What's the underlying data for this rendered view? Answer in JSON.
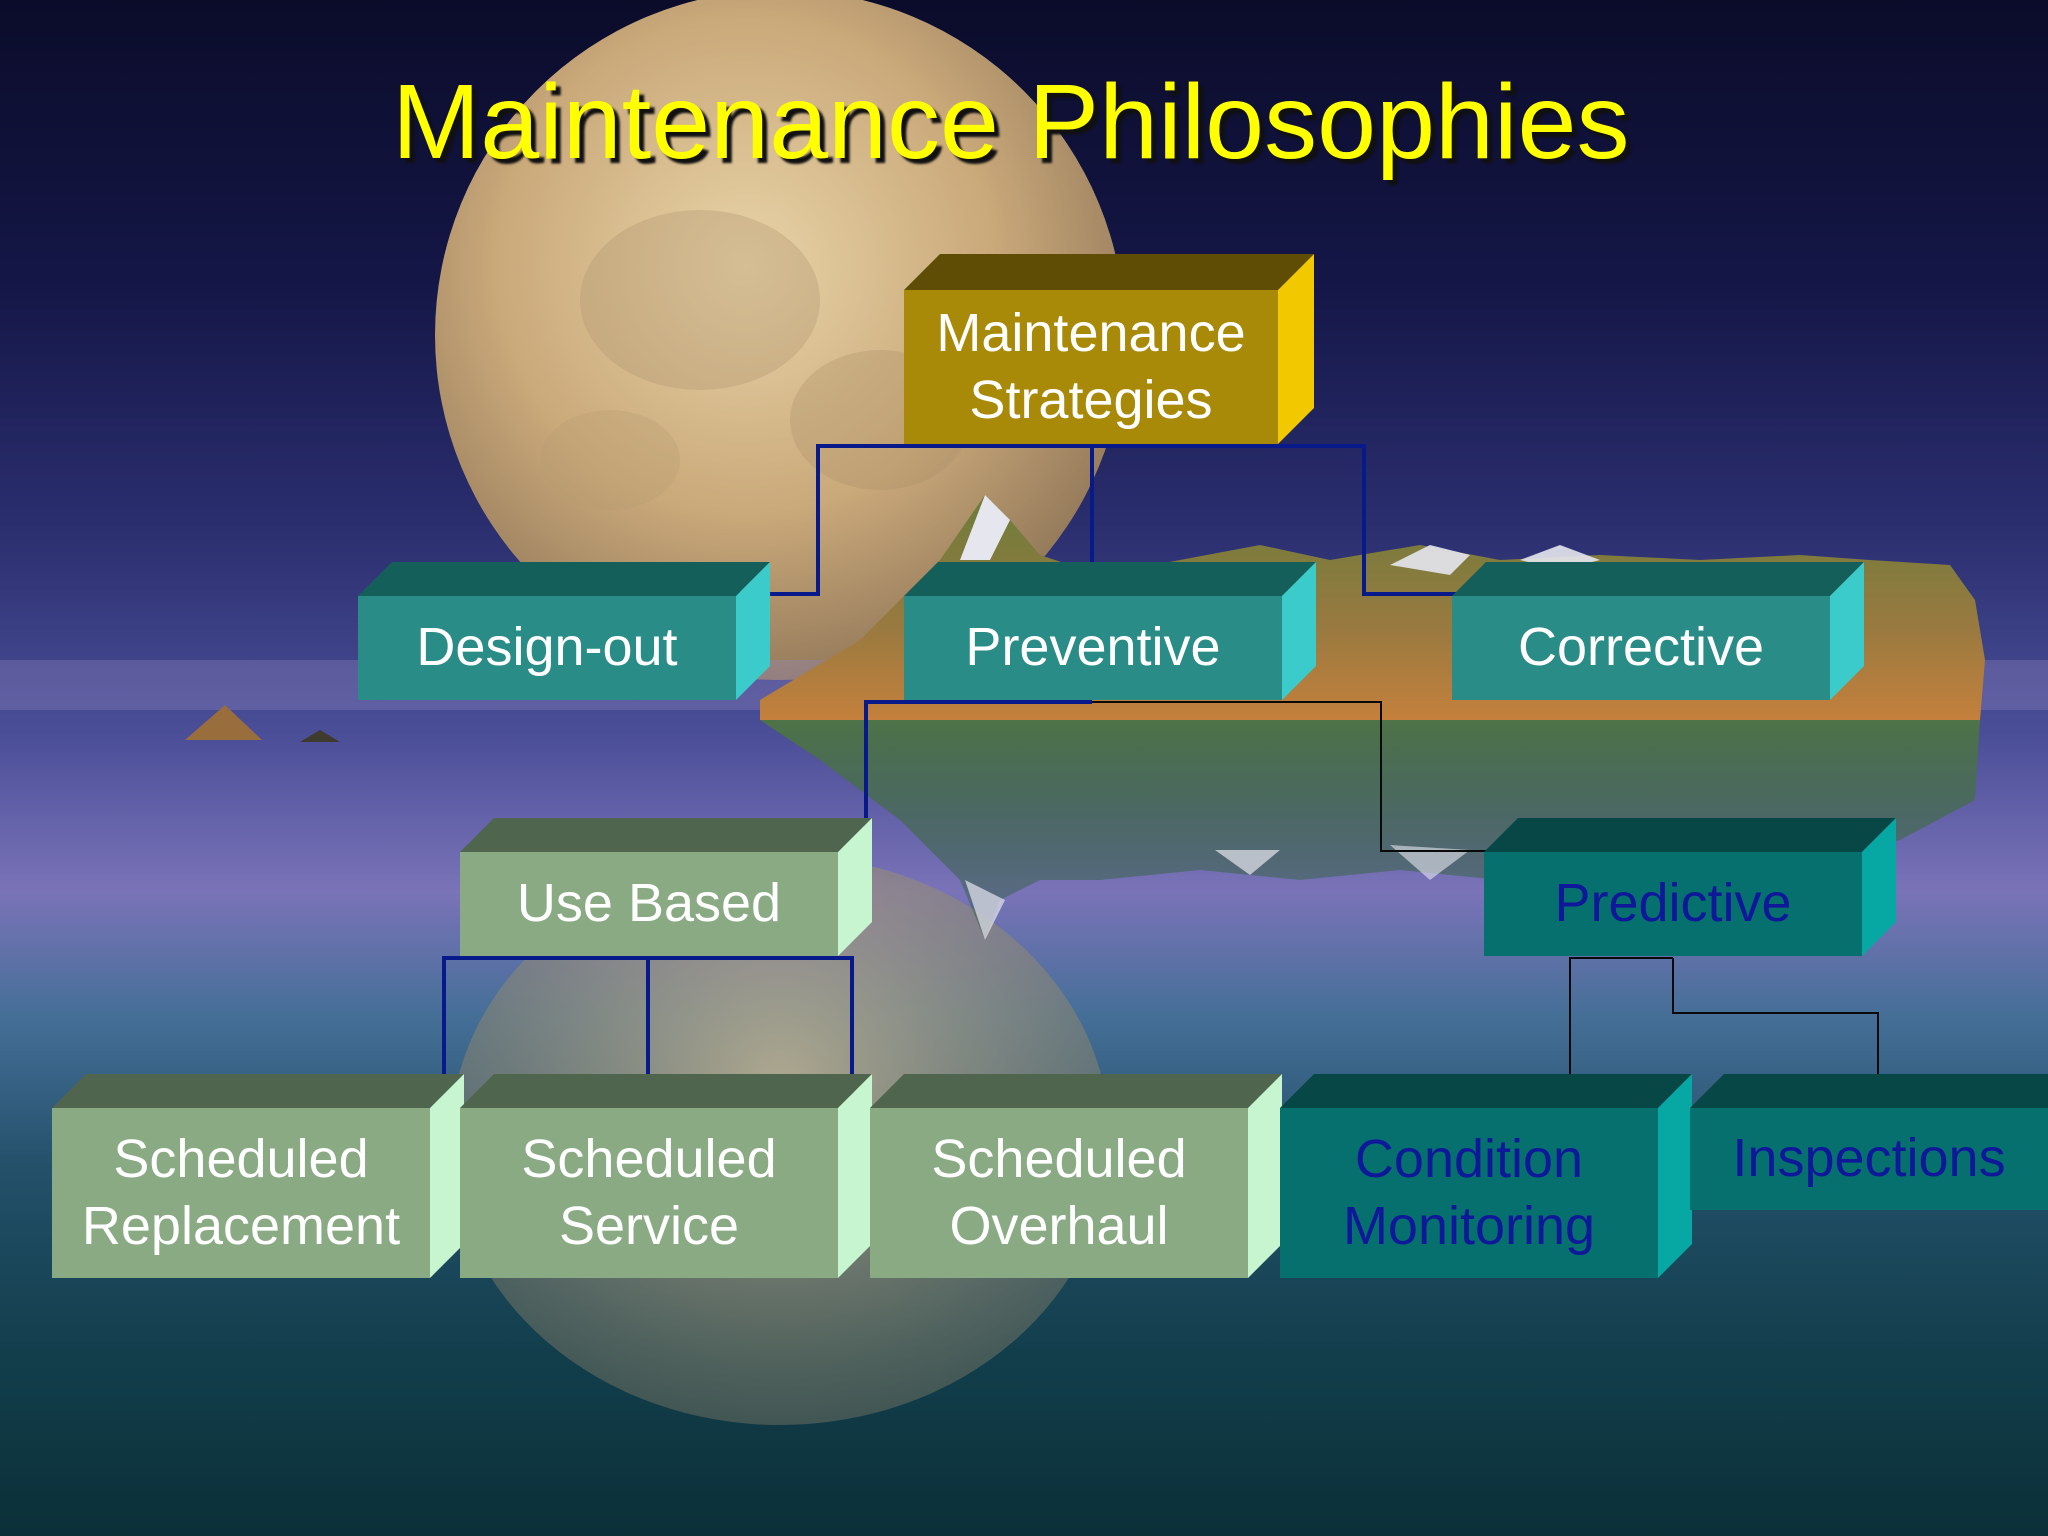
{
  "slide": {
    "title": "Maintenance Philosophies"
  },
  "colors": {
    "root_front": "#a88a08",
    "root_top": "#5f4d05",
    "root_side": "#f2c800",
    "teal_front": "#2a8c86",
    "teal_top": "#155f5b",
    "teal_side": "#3ccbcb",
    "sage_front": "#8aaa84",
    "sage_top": "#4f654d",
    "sage_side": "#c6f5cf",
    "dark_teal_front": "#05706e",
    "dark_teal_top": "#074846",
    "dark_teal_side": "#07a7a4",
    "navy_connector": "#081a8a",
    "black_connector": "#0a0a0a",
    "white_text": "#ffffff",
    "navy_text": "#10189a"
  },
  "diagram": {
    "nodes": {
      "maintenance_strategies": {
        "label": "Maintenance\nStrategies"
      },
      "design_out": {
        "label": "Design-out"
      },
      "preventive": {
        "label": "Preventive"
      },
      "corrective": {
        "label": "Corrective"
      },
      "use_based": {
        "label": "Use Based"
      },
      "predictive": {
        "label": "Predictive"
      },
      "scheduled_replacement": {
        "label": "Scheduled\nReplacement"
      },
      "scheduled_service": {
        "label": "Scheduled\nService"
      },
      "scheduled_overhaul": {
        "label": "Scheduled\nOverhaul"
      },
      "condition_monitoring": {
        "label": "Condition\nMonitoring"
      },
      "inspections": {
        "label": "Inspections"
      }
    }
  }
}
